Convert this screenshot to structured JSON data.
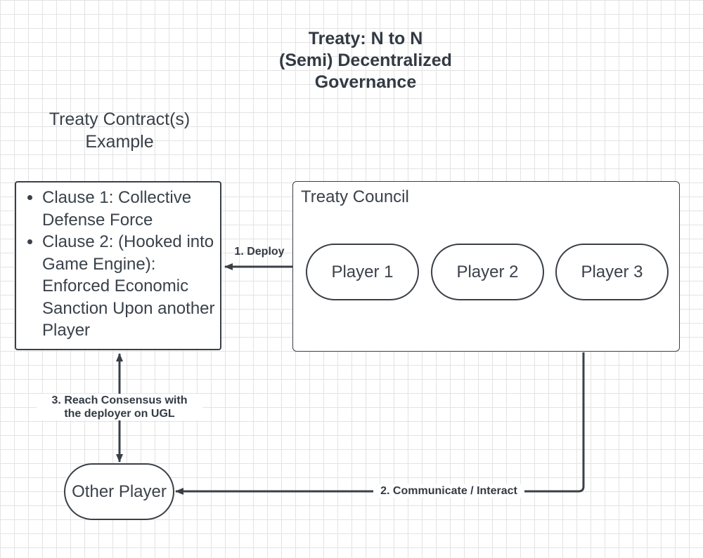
{
  "title": {
    "line1": "Treaty: N to N",
    "line2": "(Semi) Decentralized",
    "line3": "Governance"
  },
  "subtitle": {
    "line1": "Treaty Contract(s)",
    "line2": "Example"
  },
  "contract": {
    "clauses": [
      "Clause 1: Collective Defense Force",
      "Clause 2: (Hooked into Game Engine): Enforced Economic Sanction Upon another Player"
    ]
  },
  "council": {
    "label": "Treaty Council",
    "players": [
      "Player 1",
      "Player 2",
      "Player 3"
    ]
  },
  "other_player": {
    "label": "Other Player"
  },
  "edges": {
    "deploy": "1. Deploy",
    "communicate": "2. Communicate / Interact",
    "consensus_line1": "3. Reach Consensus with",
    "consensus_line2": "the deployer on UGL"
  },
  "colors": {
    "stroke": "#3a3f47",
    "text": "#333a44",
    "grid": "#e3e3e3"
  }
}
